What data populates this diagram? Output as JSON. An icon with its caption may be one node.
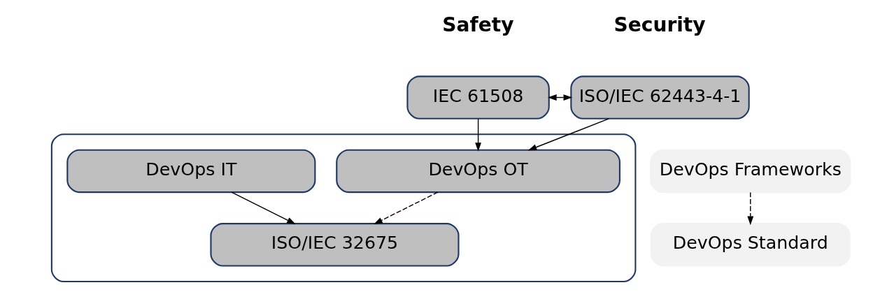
{
  "diagram": {
    "nodes": [
      {
        "text": [
          "IEC 61508"
        ]
      },
      {
        "text": [
          "ISO/IEC 62443-4-1"
        ]
      },
      {
        "text": [],
        "shape": "box"
      },
      {
        "text": [
          "DevOps OT"
        ],
        "in": 2
      },
      {
        "text": [
          "DevOps IT"
        ],
        "in": 2
      },
      {
        "text": [
          "ISO/IEC 32675"
        ],
        "in": 2
      },
      {
        "text": [
          "DevOps Frameworks"
        ]
      },
      {
        "text": [
          "DevOps Standard"
        ]
      }
    ],
    "edges": [
      {
        "from": 0,
        "to": 1,
        "arrow": "both"
      },
      {
        "from": 0,
        "to": 3,
        "arrow": "to"
      },
      {
        "from": 1,
        "to": 3,
        "arrow": "to"
      },
      {
        "from": 3,
        "to": 5,
        "arrow": "to",
        "style": "dashed"
      },
      {
        "from": 4,
        "to": 5,
        "arrow": "to"
      },
      {
        "from": 6,
        "to": 7,
        "arrow": "to",
        "style": "dashed"
      }
    ],
    "labels": [
      "Safety",
      "Security"
    ]
  }
}
